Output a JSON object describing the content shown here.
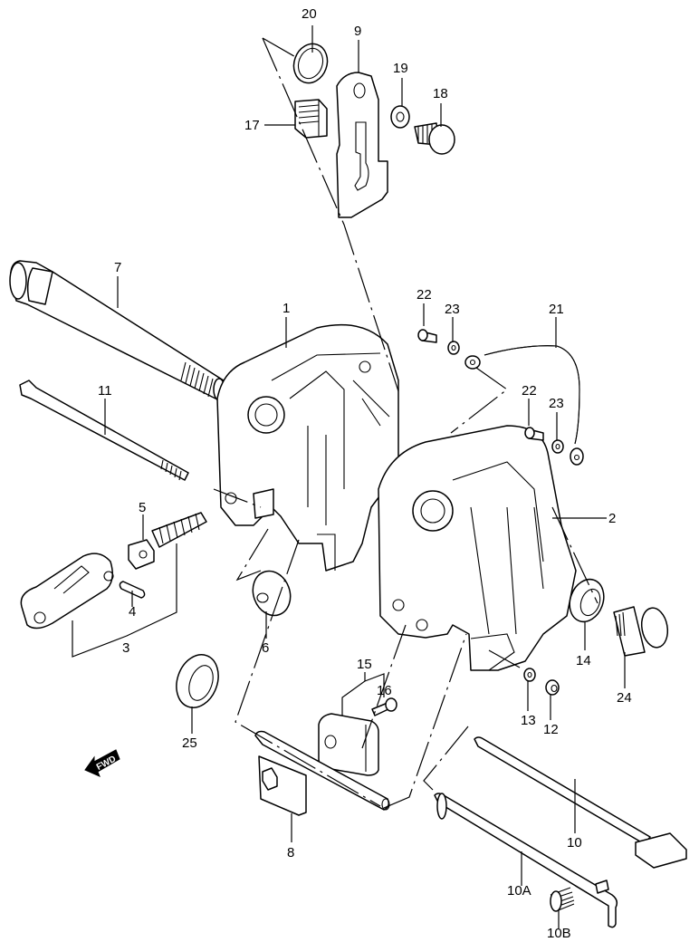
{
  "diagram": {
    "type": "exploded-parts-diagram",
    "direction_indicator": "FWD",
    "callouts": [
      {
        "id": "1",
        "part": "clamp-bracket-left"
      },
      {
        "id": "2",
        "part": "clamp-bracket-right"
      },
      {
        "id": "3",
        "part": "clamp-lever-assembly"
      },
      {
        "id": "4",
        "part": "pin"
      },
      {
        "id": "5",
        "part": "clamp-screw"
      },
      {
        "id": "6",
        "part": "clamp-pad"
      },
      {
        "id": "7",
        "part": "bracket-bolt-tube"
      },
      {
        "id": "8",
        "part": "tilt-pin-plate"
      },
      {
        "id": "9",
        "part": "tilt-lock-lever"
      },
      {
        "id": "10",
        "part": "tilt-rod"
      },
      {
        "id": "10A",
        "part": "tilt-lever-rod"
      },
      {
        "id": "10B",
        "part": "spring"
      },
      {
        "id": "11",
        "part": "through-bolt"
      },
      {
        "id": "12",
        "part": "nut"
      },
      {
        "id": "13",
        "part": "washer"
      },
      {
        "id": "14",
        "part": "nut"
      },
      {
        "id": "15",
        "part": "stopper-block"
      },
      {
        "id": "16",
        "part": "bolt"
      },
      {
        "id": "17",
        "part": "cushion"
      },
      {
        "id": "18",
        "part": "bolt"
      },
      {
        "id": "19",
        "part": "washer"
      },
      {
        "id": "20",
        "part": "clip"
      },
      {
        "id": "21",
        "part": "ground-lead-wire"
      },
      {
        "id": "22a",
        "label": "22",
        "part": "screw"
      },
      {
        "id": "23a",
        "label": "23",
        "part": "washer"
      },
      {
        "id": "22b",
        "label": "22",
        "part": "screw"
      },
      {
        "id": "23b",
        "label": "23",
        "part": "washer"
      },
      {
        "id": "24",
        "part": "cap"
      },
      {
        "id": "25",
        "part": "nut"
      }
    ]
  },
  "labels": {
    "c1": "1",
    "c2": "2",
    "c3": "3",
    "c4": "4",
    "c5": "5",
    "c6": "6",
    "c7": "7",
    "c8": "8",
    "c9": "9",
    "c10": "10",
    "c10A": "10A",
    "c10B": "10B",
    "c11": "11",
    "c12": "12",
    "c13": "13",
    "c14": "14",
    "c15": "15",
    "c16": "16",
    "c17": "17",
    "c18": "18",
    "c19": "19",
    "c20": "20",
    "c21": "21",
    "c22a": "22",
    "c23a": "23",
    "c22b": "22",
    "c23b": "23",
    "c24": "24",
    "c25": "25",
    "fwd": "FWD"
  }
}
